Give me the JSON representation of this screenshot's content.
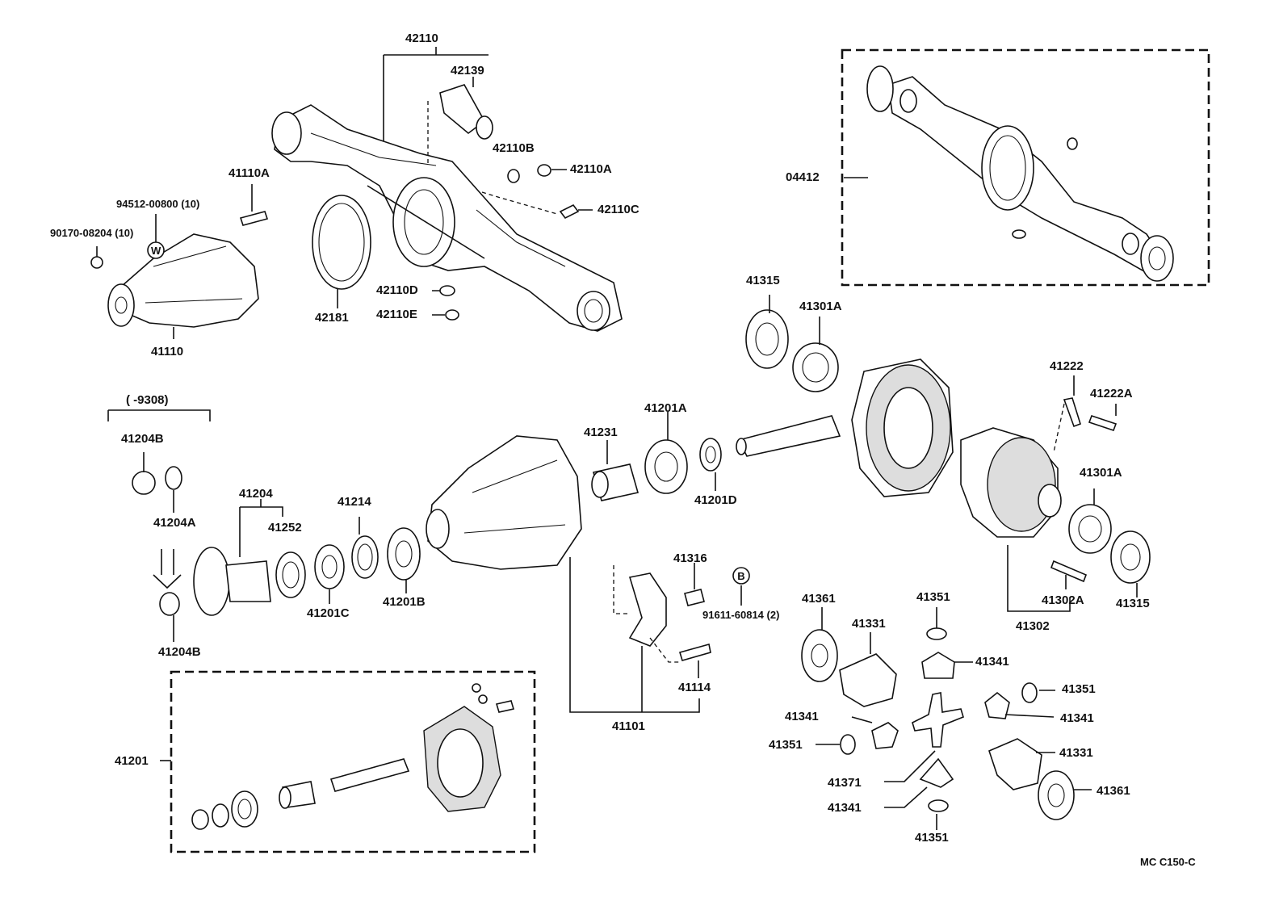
{
  "diagram": {
    "ref_code": "MC  C150-C",
    "callouts": {
      "p42110": "42110",
      "p42139": "42139",
      "p42110B": "42110B",
      "p42110A": "42110A",
      "p42110C": "42110C",
      "p42110D": "42110D",
      "p42110E": "42110E",
      "p42181": "42181",
      "p41110A": "41110A",
      "p94512": "94512-00800 (10)",
      "p90170": "90170-08204 (10)",
      "p41110": "41110",
      "p04412": "04412",
      "p41315a": "41315",
      "p41301Aa": "41301A",
      "p41222": "41222",
      "p41222A": "41222A",
      "p9308": "(        -9308)",
      "p41204B_top": "41204B",
      "p41204A": "41204A",
      "p41204B_bot": "41204B",
      "p41204": "41204",
      "p41252": "41252",
      "p41214": "41214",
      "p41201C": "41201C",
      "p41201B": "41201B",
      "p41231": "41231",
      "p41201A": "41201A",
      "p41201D": "41201D",
      "p41301Ab": "41301A",
      "p41302A": "41302A",
      "p41315b": "41315",
      "p41302": "41302",
      "p41316": "41316",
      "p91611": "91611-60814 (2)",
      "p41114": "41114",
      "p41101": "41101",
      "p41201": "41201",
      "p41361a": "41361",
      "p41331a": "41331",
      "p41351a": "41351",
      "p41341a": "41341",
      "p41351b": "41351",
      "p41341b": "41341",
      "p41341c": "41341",
      "p41351c": "41351",
      "p41331b": "41331",
      "p41371": "41371",
      "p41361b": "41361",
      "p41341d": "41341",
      "p41351d": "41351"
    },
    "symbols": {
      "w_mark": "W",
      "b_mark": "B"
    }
  }
}
